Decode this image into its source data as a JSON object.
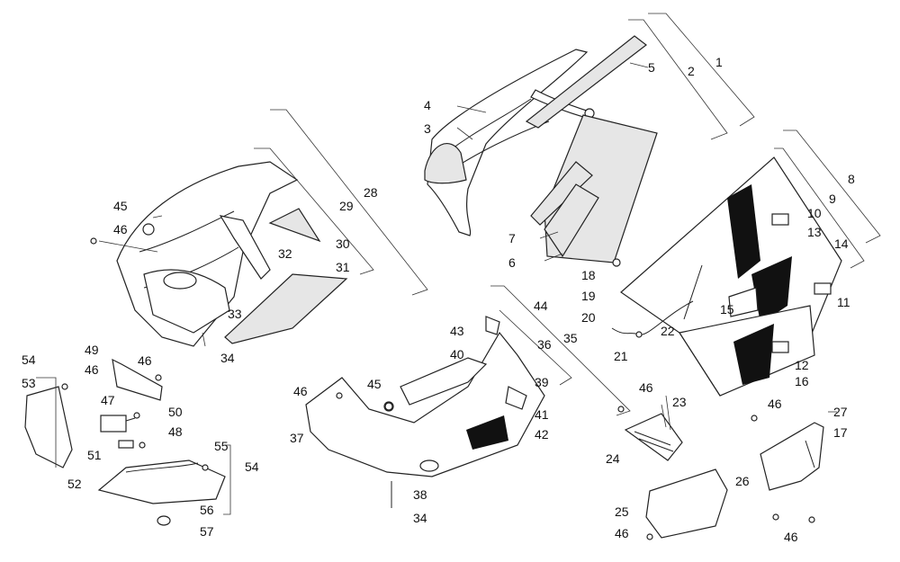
{
  "diagram": {
    "callouts": {
      "c1": "1",
      "c2": "2",
      "c3": "3",
      "c4": "4",
      "c5": "5",
      "c6": "6",
      "c7": "7",
      "c8": "8",
      "c9": "9",
      "c10": "10",
      "c11": "11",
      "c12": "12",
      "c13": "13",
      "c14": "14",
      "c15": "15",
      "c16": "16",
      "c17": "17",
      "c18": "18",
      "c19": "19",
      "c20": "20",
      "c21": "21",
      "c22": "22",
      "c23": "23",
      "c24": "24",
      "c25": "25",
      "c26": "26",
      "c27": "27",
      "c28": "28",
      "c29": "29",
      "c30": "30",
      "c31": "31",
      "c32": "32",
      "c33": "33",
      "c34a": "34",
      "c34b": "34",
      "c35": "35",
      "c36": "36",
      "c37": "37",
      "c38": "38",
      "c39": "39",
      "c40": "40",
      "c41": "41",
      "c42": "42",
      "c43": "43",
      "c44": "44",
      "c45a": "45",
      "c45b": "45",
      "c46a": "46",
      "c46b": "46",
      "c46c": "46",
      "c46d": "46",
      "c46e": "46",
      "c46f": "46",
      "c46g": "46",
      "c46h": "46",
      "c47": "47",
      "c48": "48",
      "c49": "49",
      "c50": "50",
      "c51": "51",
      "c52": "52",
      "c53": "53",
      "c54a": "54",
      "c54b": "54",
      "c55": "55",
      "c56": "56",
      "c57": "57"
    }
  }
}
